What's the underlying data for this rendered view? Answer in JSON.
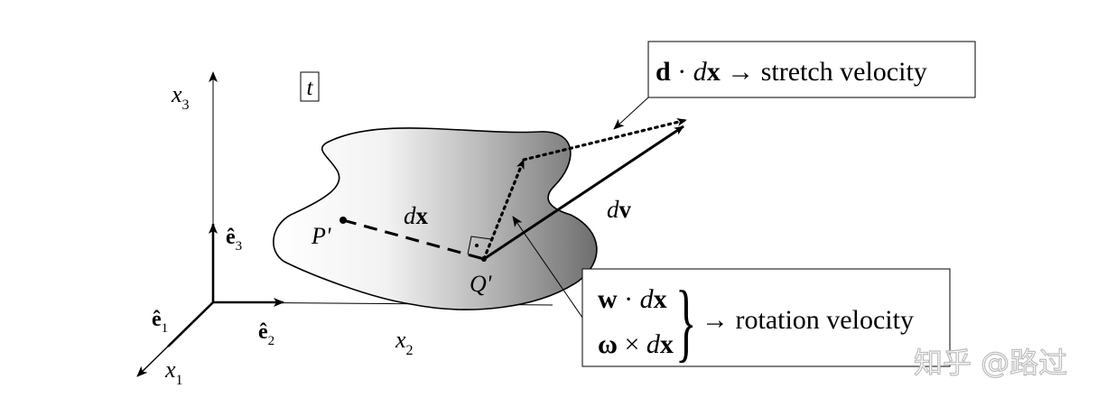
{
  "diagram": {
    "axes": {
      "x1": {
        "base": "x",
        "sub": "1"
      },
      "x2": {
        "base": "x",
        "sub": "2"
      },
      "x3": {
        "base": "x",
        "sub": "3"
      }
    },
    "unit_vectors": {
      "e1": {
        "base": "ê",
        "sub": "1"
      },
      "e2": {
        "base": "ê",
        "sub": "2"
      },
      "e3": {
        "base": "ê",
        "sub": "3"
      }
    },
    "time_label": "t",
    "points": {
      "P": "P'",
      "Q": "Q'"
    },
    "segment": {
      "d": "d",
      "bold": "x"
    },
    "velocity": {
      "d": "d",
      "bold": "v"
    },
    "stretch_box": {
      "bold_d": "d",
      "middle": " · ",
      "d": "d",
      "bold_x": "x",
      "arrow_text": " → stretch velocity"
    },
    "rotation_box": {
      "line1": {
        "bold": "w",
        "middle": " · ",
        "d": "d",
        "bold_x": "x"
      },
      "line2": {
        "bold": "ω",
        "middle": " × ",
        "d": "d",
        "bold_x": "x"
      },
      "brace": "}",
      "arrow_text": "→ rotation velocity"
    }
  },
  "watermark": "知乎 @路过"
}
